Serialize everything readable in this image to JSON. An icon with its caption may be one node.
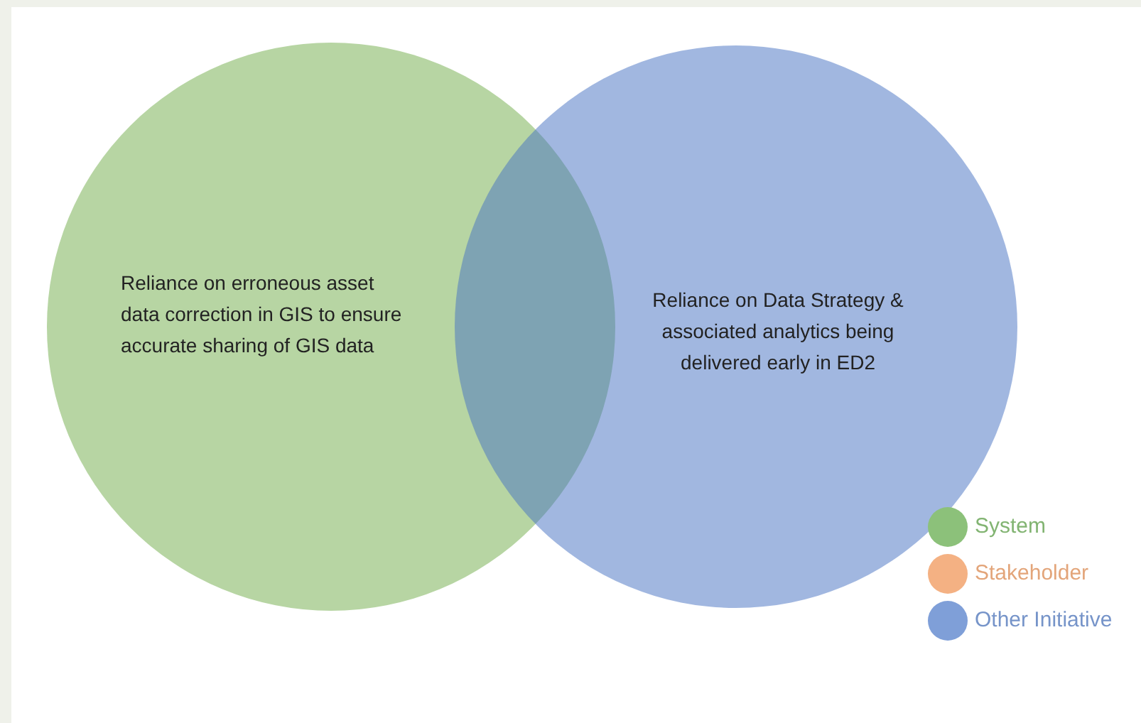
{
  "diagram": {
    "nodes": [
      {
        "text": [
          "Reliance on erroneous asset data correction in GIS to ensure accurate sharing of GIS data"
        ]
      },
      {
        "text": [
          "Reliance on Data Strategy & associated analytics being delivered early in ED2"
        ]
      }
    ],
    "legend": [
      {
        "text": "System",
        "color": "#8cc17a"
      },
      {
        "text": "Stakeholder",
        "color": "#f4b183"
      },
      {
        "text": "Other Initiative",
        "color": "#7f9fd8"
      }
    ]
  }
}
